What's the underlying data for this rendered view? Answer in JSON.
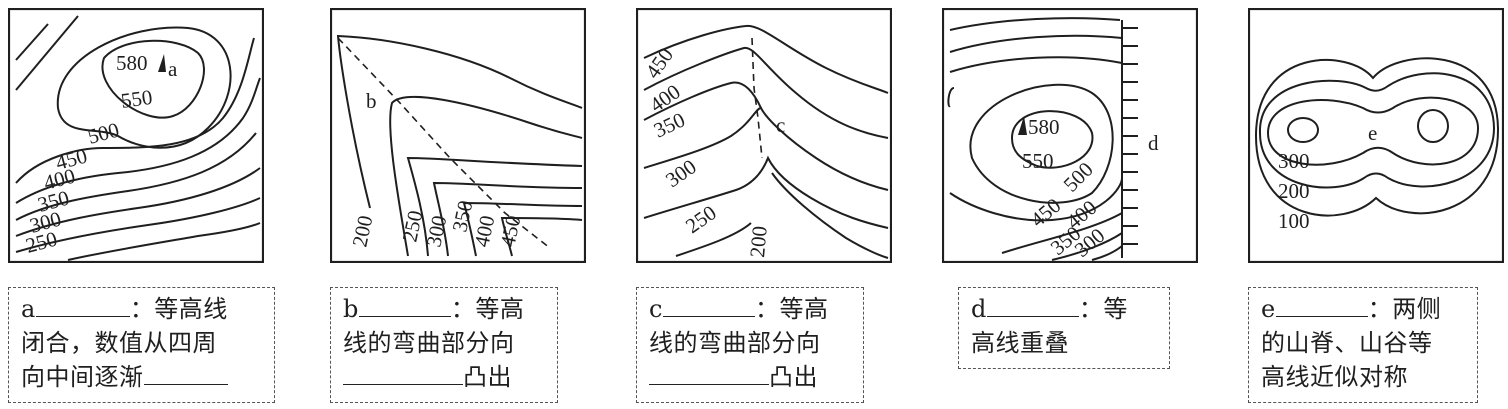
{
  "panels": [
    {
      "id": "a",
      "letter": "a",
      "peak_value": "580",
      "contour_labels": [
        "550",
        "500",
        "450",
        "400",
        "350",
        "300",
        "250"
      ],
      "caption": {
        "line1_prefix": "a",
        "line1_suffix": "：等高线",
        "line2": "闭合，数值从四周",
        "line3_prefix": "向中间逐渐"
      }
    },
    {
      "id": "b",
      "letter": "b",
      "contour_labels": [
        "200",
        "250",
        "300",
        "350",
        "400",
        "450"
      ],
      "caption": {
        "line1_prefix": "b",
        "line1_suffix": "：等高",
        "line2": "线的弯曲部分向",
        "line3_suffix": "凸出"
      }
    },
    {
      "id": "c",
      "letter": "c",
      "contour_labels": [
        "450",
        "400",
        "350",
        "300",
        "250",
        "200"
      ],
      "caption": {
        "line1_prefix": "c",
        "line1_suffix": "：等高",
        "line2": "线的弯曲部分向",
        "line3_suffix": "凸出"
      }
    },
    {
      "id": "d",
      "letter": "d",
      "peak_value": "580",
      "contour_labels": [
        "550",
        "500",
        "450",
        "400",
        "350",
        "300"
      ],
      "caption": {
        "line1_prefix": "d",
        "line1_suffix": "：等",
        "line2": "高线重叠"
      }
    },
    {
      "id": "e",
      "letter": "e",
      "contour_labels": [
        "300",
        "200",
        "100"
      ],
      "caption": {
        "line1_prefix": "e",
        "line1_suffix": "：两侧",
        "line2": "的山脊、山谷等",
        "line3": "高线近似对称"
      }
    }
  ]
}
